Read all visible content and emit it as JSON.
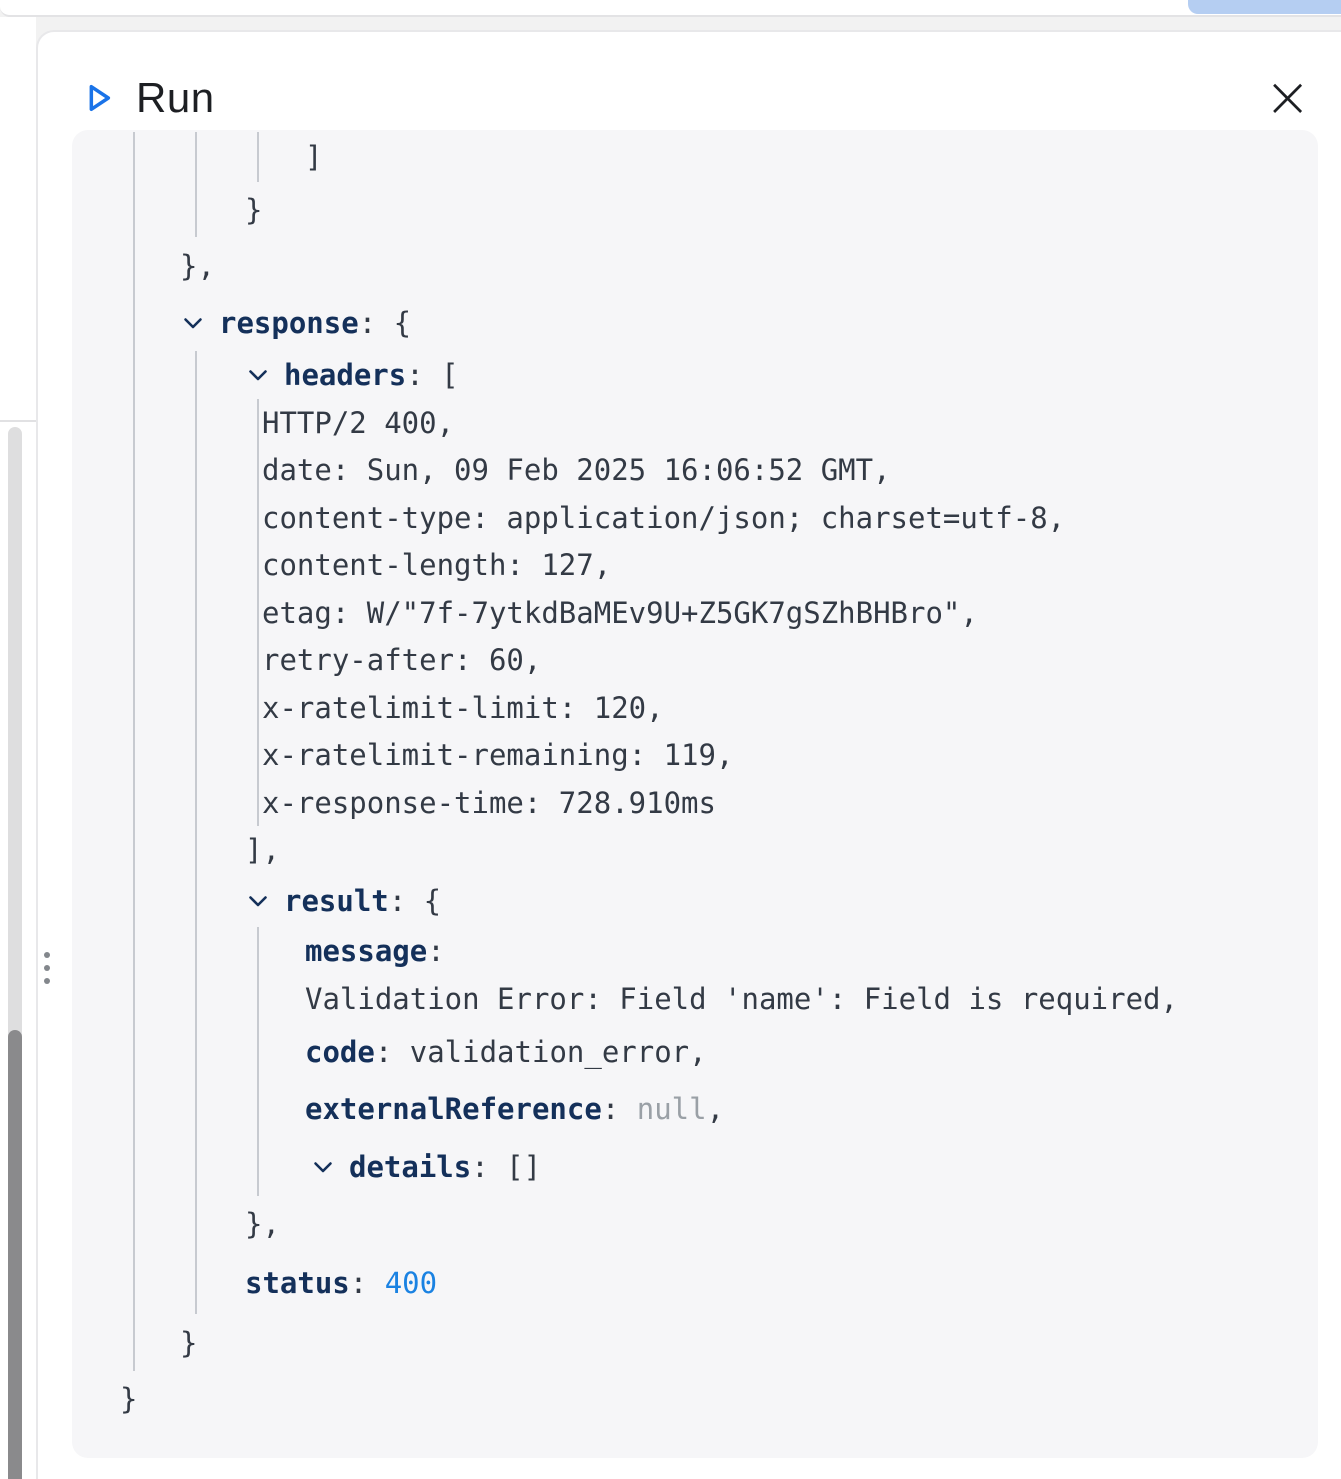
{
  "header": {
    "title": "Run",
    "close_glyph": "×"
  },
  "colors": {
    "accent_blue": "#1a73e8",
    "top_accent": "#b5cef2",
    "key": "#14305a",
    "value": "#333a45",
    "null_value": "#9aa0a6",
    "status_number": "#1a82e2",
    "panel_bg": "#f6f6f8",
    "guide": "#c7cad0"
  },
  "tree": {
    "rows": [
      {
        "h": 50,
        "indent": 233,
        "guides": [
          1,
          2,
          3
        ],
        "chevron": false,
        "tokens": [
          {
            "t": "]",
            "c": "v"
          }
        ]
      },
      {
        "h": 55,
        "indent": 173,
        "guides": [
          1,
          2
        ],
        "chevron": false,
        "tokens": [
          {
            "t": "}",
            "c": "v"
          }
        ]
      },
      {
        "h": 57,
        "indent": 108,
        "guides": [
          1
        ],
        "chevron": false,
        "tokens": [
          {
            "t": "},",
            "c": "v"
          }
        ]
      },
      {
        "h": 57,
        "indent": 108,
        "guides": [
          1
        ],
        "chevron": true,
        "tokens": [
          {
            "t": "response",
            "c": "k"
          },
          {
            "t": ": {",
            "c": "v"
          }
        ]
      },
      {
        "h": 48,
        "indent": 173,
        "guides": [
          1,
          2
        ],
        "chevron": true,
        "tokens": [
          {
            "t": "headers",
            "c": "k"
          },
          {
            "t": ": [",
            "c": "v"
          }
        ]
      },
      {
        "h": 47,
        "indent": 190,
        "guides": [
          1,
          2,
          3
        ],
        "chevron": false,
        "tokens": [
          {
            "t": "HTTP/2 400,",
            "c": "v"
          }
        ]
      },
      {
        "h": 48,
        "indent": 190,
        "guides": [
          1,
          2,
          3
        ],
        "chevron": false,
        "tokens": [
          {
            "t": "date: Sun, 09 Feb 2025 16:06:52 GMT,",
            "c": "v"
          }
        ]
      },
      {
        "h": 47,
        "indent": 190,
        "guides": [
          1,
          2,
          3
        ],
        "chevron": false,
        "tokens": [
          {
            "t": "content-type: application/json; charset=utf-8,",
            "c": "v"
          }
        ]
      },
      {
        "h": 48,
        "indent": 190,
        "guides": [
          1,
          2,
          3
        ],
        "chevron": false,
        "tokens": [
          {
            "t": "content-length: 127,",
            "c": "v"
          }
        ]
      },
      {
        "h": 47,
        "indent": 190,
        "guides": [
          1,
          2,
          3
        ],
        "chevron": false,
        "tokens": [
          {
            "t": "etag: W/\"7f-7ytkdBaMEv9U+Z5GK7gSZhBHBro\",",
            "c": "v"
          }
        ]
      },
      {
        "h": 48,
        "indent": 190,
        "guides": [
          1,
          2,
          3
        ],
        "chevron": false,
        "tokens": [
          {
            "t": "retry-after: 60,",
            "c": "v"
          }
        ]
      },
      {
        "h": 47,
        "indent": 190,
        "guides": [
          1,
          2,
          3
        ],
        "chevron": false,
        "tokens": [
          {
            "t": "x-ratelimit-limit: 120,",
            "c": "v"
          }
        ]
      },
      {
        "h": 48,
        "indent": 190,
        "guides": [
          1,
          2,
          3
        ],
        "chevron": false,
        "tokens": [
          {
            "t": "x-ratelimit-remaining: 119,",
            "c": "v"
          }
        ]
      },
      {
        "h": 47,
        "indent": 190,
        "guides": [
          1,
          2,
          3
        ],
        "chevron": false,
        "tokens": [
          {
            "t": "x-response-time: 728.910ms",
            "c": "v"
          }
        ]
      },
      {
        "h": 48,
        "indent": 173,
        "guides": [
          1,
          2
        ],
        "chevron": false,
        "tokens": [
          {
            "t": "],",
            "c": "v"
          }
        ]
      },
      {
        "h": 53,
        "indent": 173,
        "guides": [
          1,
          2
        ],
        "chevron": true,
        "tokens": [
          {
            "t": "result",
            "c": "k"
          },
          {
            "t": ": {",
            "c": "v"
          }
        ]
      },
      {
        "h": 48,
        "indent": 233,
        "guides": [
          1,
          2,
          3
        ],
        "chevron": false,
        "tokens": [
          {
            "t": "message",
            "c": "k"
          },
          {
            "t": ":",
            "c": "v"
          }
        ]
      },
      {
        "h": 48,
        "indent": 233,
        "guides": [
          1,
          2,
          3
        ],
        "chevron": false,
        "tokens": [
          {
            "t": "Validation Error: Field 'name': Field is required,",
            "c": "v"
          }
        ]
      },
      {
        "h": 57,
        "indent": 233,
        "guides": [
          1,
          2,
          3
        ],
        "chevron": false,
        "tokens": [
          {
            "t": "code",
            "c": "k"
          },
          {
            "t": ": validation_error,",
            "c": "v"
          }
        ]
      },
      {
        "h": 58,
        "indent": 233,
        "guides": [
          1,
          2,
          3
        ],
        "chevron": false,
        "tokens": [
          {
            "t": "externalReference",
            "c": "k"
          },
          {
            "t": ": ",
            "c": "v"
          },
          {
            "t": "null",
            "c": "n"
          },
          {
            "t": ",",
            "c": "v"
          }
        ]
      },
      {
        "h": 58,
        "indent": 238,
        "guides": [
          1,
          2,
          3
        ],
        "chevron": true,
        "tokens": [
          {
            "t": "details",
            "c": "k"
          },
          {
            "t": ": []",
            "c": "v"
          }
        ]
      },
      {
        "h": 56,
        "indent": 173,
        "guides": [
          1,
          2
        ],
        "chevron": false,
        "tokens": [
          {
            "t": "},",
            "c": "v"
          }
        ]
      },
      {
        "h": 62,
        "indent": 173,
        "guides": [
          1,
          2
        ],
        "chevron": false,
        "tokens": [
          {
            "t": "status",
            "c": "k"
          },
          {
            "t": ": ",
            "c": "v"
          },
          {
            "t": "400",
            "c": "num"
          }
        ]
      },
      {
        "h": 57,
        "indent": 108,
        "guides": [
          1
        ],
        "chevron": false,
        "tokens": [
          {
            "t": "}",
            "c": "v"
          }
        ]
      },
      {
        "h": 56,
        "indent": 48,
        "guides": [],
        "chevron": false,
        "tokens": [
          {
            "t": "}",
            "c": "v"
          }
        ]
      }
    ]
  }
}
